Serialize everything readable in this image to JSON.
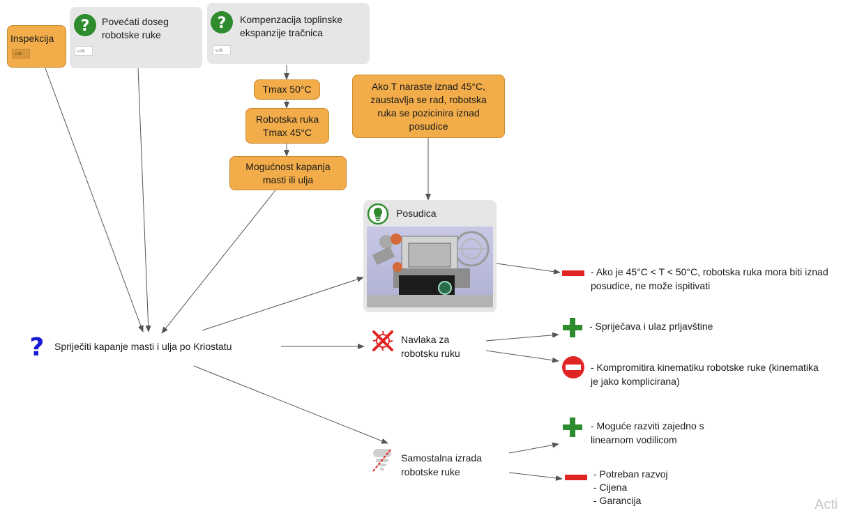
{
  "nodes": {
    "inspekcija": {
      "label": "Inspekcija",
      "chip": "v.dk"
    },
    "povecati": {
      "label": "Povećati doseg robotske ruke",
      "chip": "v.dk"
    },
    "kompenzacija": {
      "label": "Kompenzacija toplinske ekspanzije tračnica",
      "chip": "v.dk"
    },
    "tmax50": {
      "label": "Tmax 50°C"
    },
    "robotska_tmax45": {
      "label": "Robotska ruka Tmax 45°C"
    },
    "mogucnost": {
      "label": "Mogućnost kapanja masti ili ulja"
    },
    "ako_t": {
      "label": "Ako T naraste iznad 45°C, zaustavlja se rad, robotska ruka se pozicinira iznad posudice"
    },
    "posudica": {
      "label": "Posudica"
    },
    "main_question": {
      "label": "Spriječiti kapanje masti i ulja po Kriostatu"
    },
    "navlaka": {
      "label": "Navlaka za robotsku ruku"
    },
    "samostalna": {
      "label": "Samostalna izrada robotske ruke"
    },
    "con_posudica": {
      "label": "- Ako je 45°C < T < 50°C, robotska ruka mora biti iznad posudice, ne može ispitivati"
    },
    "pro_navlaka": {
      "label": "- Spriječava i ulaz prljavštine"
    },
    "con_navlaka": {
      "label": "- Kompromitira kinematiku robotske ruke (kinematika je jako komplicirana)"
    },
    "pro_samostalna": {
      "label": "- Moguće razviti zajedno s linearnom vodilicom"
    },
    "con_samostalna_1": {
      "label": "- Potreban razvoj"
    },
    "con_samostalna_2": {
      "label": "- Cijena"
    },
    "con_samostalna_3": {
      "label": "- Garancija"
    }
  },
  "icons": {
    "question_green": "question-circle-icon",
    "lightbulb": "lightbulb-icon",
    "question_blue": "question-mark-icon",
    "rejected": "rejected-x-icon",
    "crossed": "crossed-out-icon",
    "pro": "plus-icon",
    "con_bar": "minus-icon",
    "con_circle": "no-entry-icon"
  },
  "colors": {
    "orange": "#f2ad4a",
    "gray_box": "#e6e6e6",
    "green": "#2e8b2e",
    "red": "#e02424",
    "blue": "#1a1ad6"
  },
  "watermark": "Acti"
}
